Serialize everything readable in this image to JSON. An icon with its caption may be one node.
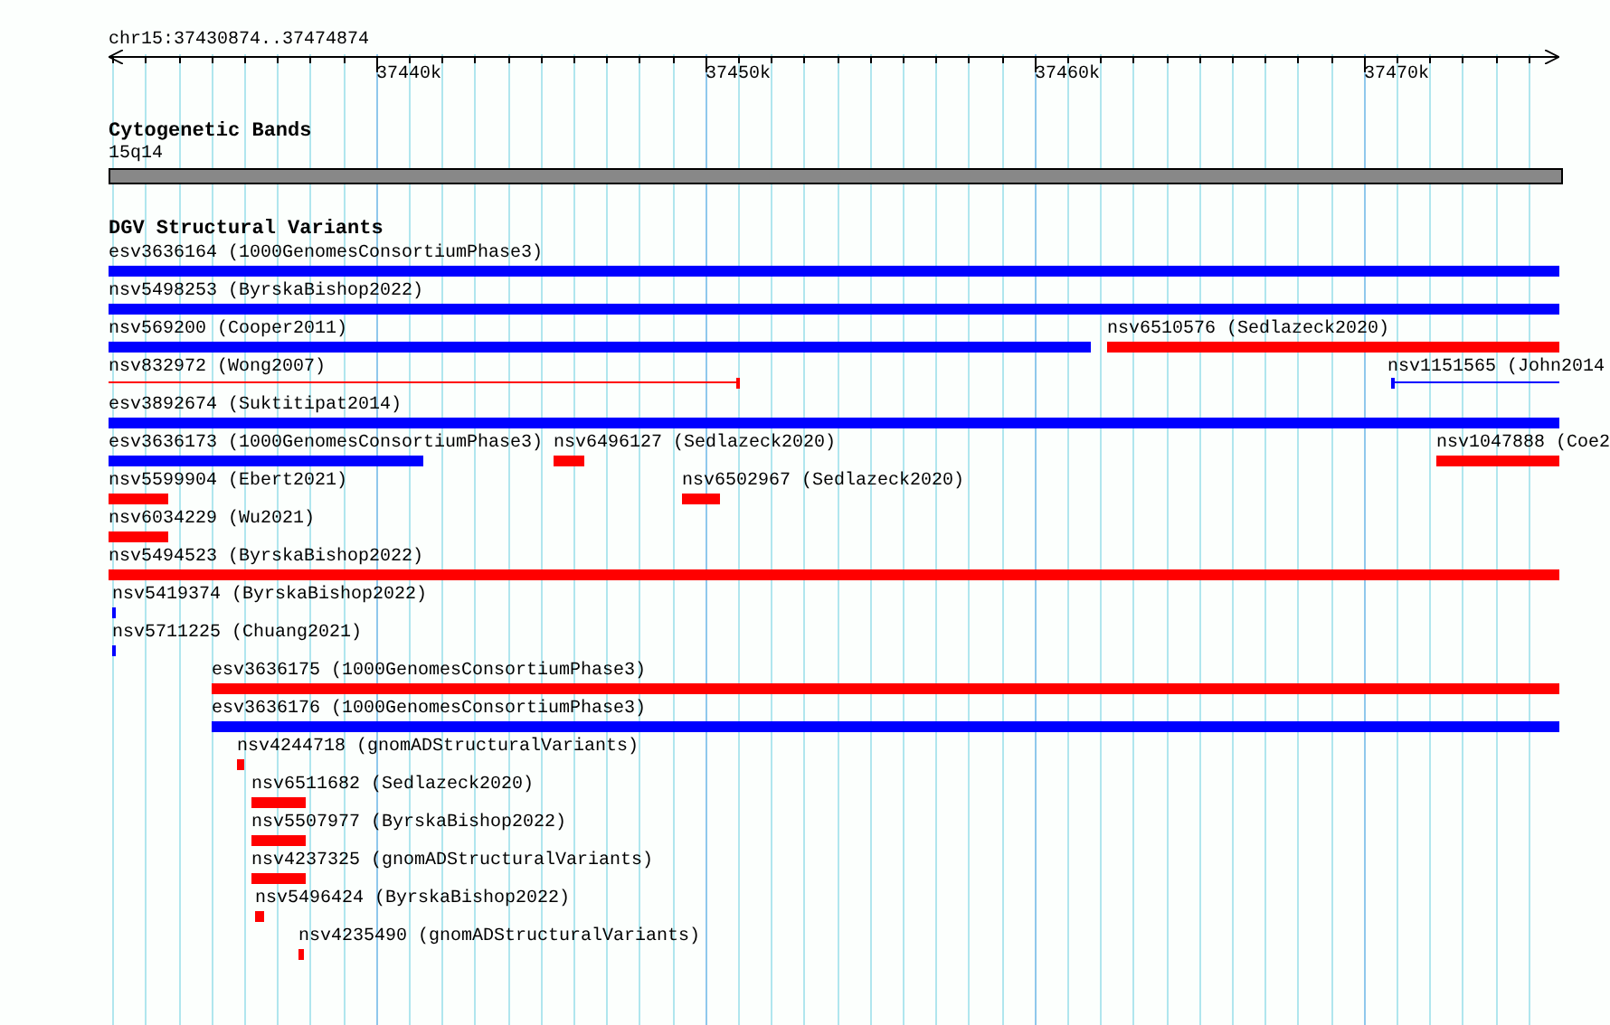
{
  "diagram": {
    "nodes": [
      {
        "text": [
          "15q14"
        ]
      },
      {
        "text": [
          "esv3636164 (1000GenomesConsortiumPhase3)"
        ]
      },
      {
        "text": [
          "nsv5498253 (ByrskaBishop2022)"
        ]
      },
      {
        "text": [
          "nsv569200 (Cooper2011)"
        ]
      },
      {
        "text": [
          "nsv6510576 (Sedlazeck2020)"
        ]
      },
      {
        "text": [
          "nsv832972 (Wong2007)"
        ]
      },
      {
        "text": [
          "nsv1151565 (John2014"
        ]
      },
      {
        "text": [
          "esv3892674 (Suktitipat2014)"
        ]
      },
      {
        "text": [
          "esv3636173 (1000GenomesConsortiumPhase3)"
        ]
      },
      {
        "text": [
          "nsv6496127 (Sedlazeck2020)"
        ]
      },
      {
        "text": [
          "nsv1047888 (Coe2"
        ]
      },
      {
        "text": [
          "nsv5599904 (Ebert2021)"
        ]
      },
      {
        "text": [
          "nsv6502967 (Sedlazeck2020)"
        ]
      },
      {
        "text": [
          "nsv6034229 (Wu2021)"
        ]
      },
      {
        "text": [
          "nsv5494523 (ByrskaBishop2022)"
        ]
      },
      {
        "text": [
          "nsv5419374 (ByrskaBishop2022)"
        ]
      },
      {
        "text": [
          "nsv5711225 (Chuang2021)"
        ]
      },
      {
        "text": [
          "esv3636175 (1000GenomesConsortiumPhase3)"
        ]
      },
      {
        "text": [
          "esv3636176 (1000GenomesConsortiumPhase3)"
        ]
      },
      {
        "text": [
          "nsv4244718 (gnomADStructuralVariants)"
        ]
      },
      {
        "text": [
          "nsv6511682 (Sedlazeck2020)"
        ]
      },
      {
        "text": [
          "nsv5507977 (ByrskaBishop2022)"
        ]
      },
      {
        "text": [
          "nsv4237325 (gnomADStructuralVariants)"
        ]
      },
      {
        "text": [
          "nsv5496424 (ByrskaBishop2022)"
        ]
      },
      {
        "text": [
          "nsv4235490 (gnomADStructuralVariants)"
        ]
      }
    ],
    "labels": [
      "chr15:37430874..37474874",
      "37440k",
      "37450k",
      "37460k",
      "37470k",
      "Cytogenetic Bands",
      "DGV Structural Variants"
    ]
  }
}
